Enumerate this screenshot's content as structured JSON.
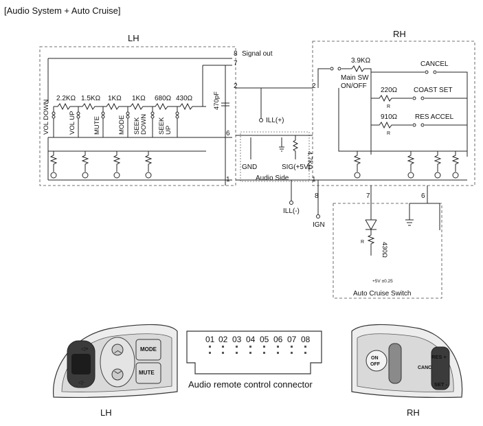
{
  "title": "[Audio System + Auto Cruise]",
  "lh": {
    "label": "LH",
    "signal_out": "Signal out",
    "pins": {
      "p8": "8",
      "p7": "7",
      "p2": "2",
      "p6": "6",
      "p1": "1"
    },
    "capacitor": "470pF",
    "resistors": [
      "2.2KΩ",
      "1.5KΩ",
      "1KΩ",
      "1KΩ",
      "680Ω",
      "430Ω"
    ],
    "switches": [
      {
        "line1": "VOL DOWN",
        "line2": ""
      },
      {
        "line1": "VOL UP",
        "line2": ""
      },
      {
        "line1": "MUTE",
        "line2": ""
      },
      {
        "line1": "MODE",
        "line2": ""
      },
      {
        "line1": "SEEK",
        "line2": "DOWN"
      },
      {
        "line1": "SEEK",
        "line2": "UP"
      }
    ]
  },
  "audio_side": {
    "label": "Audio Side",
    "ill_plus": "ILL(+)",
    "resistor": "4.7KΩ",
    "gnd": "GND",
    "sig": "SIG(+5V)",
    "ill_minus": "ILL(-)",
    "ign": "IGN"
  },
  "rh": {
    "label": "RH",
    "pins": {
      "p2": "2",
      "p1": "1",
      "p8": "8",
      "p7": "7",
      "p6": "6"
    },
    "main_resistor": "3.9KΩ",
    "main_sw": "Main SW",
    "main_sw_2": "ON/OFF",
    "cancel": "CANCEL",
    "coast_r": "220Ω",
    "coast_set": "COAST SET",
    "res_r": "910Ω",
    "res_accel": "RES ACCEL",
    "r_mark": "R"
  },
  "cruise_switch": {
    "label": "Auto Cruise Switch",
    "r_mark": "R",
    "resistor": "430Ω",
    "note": "+5V  ±0.25"
  },
  "connector": {
    "pins": [
      "01",
      "02",
      "03",
      "04",
      "05",
      "06",
      "07",
      "08"
    ],
    "caption": "Audio remote control connector"
  },
  "lh_switch_panel": {
    "label": "LH",
    "mode": "MODE",
    "mute": "MUTE"
  },
  "rh_switch_panel": {
    "label": "RH",
    "on": "ON",
    "off": "OFF",
    "cancel": "CANCEL",
    "res": "RES +",
    "set": "SET -"
  }
}
